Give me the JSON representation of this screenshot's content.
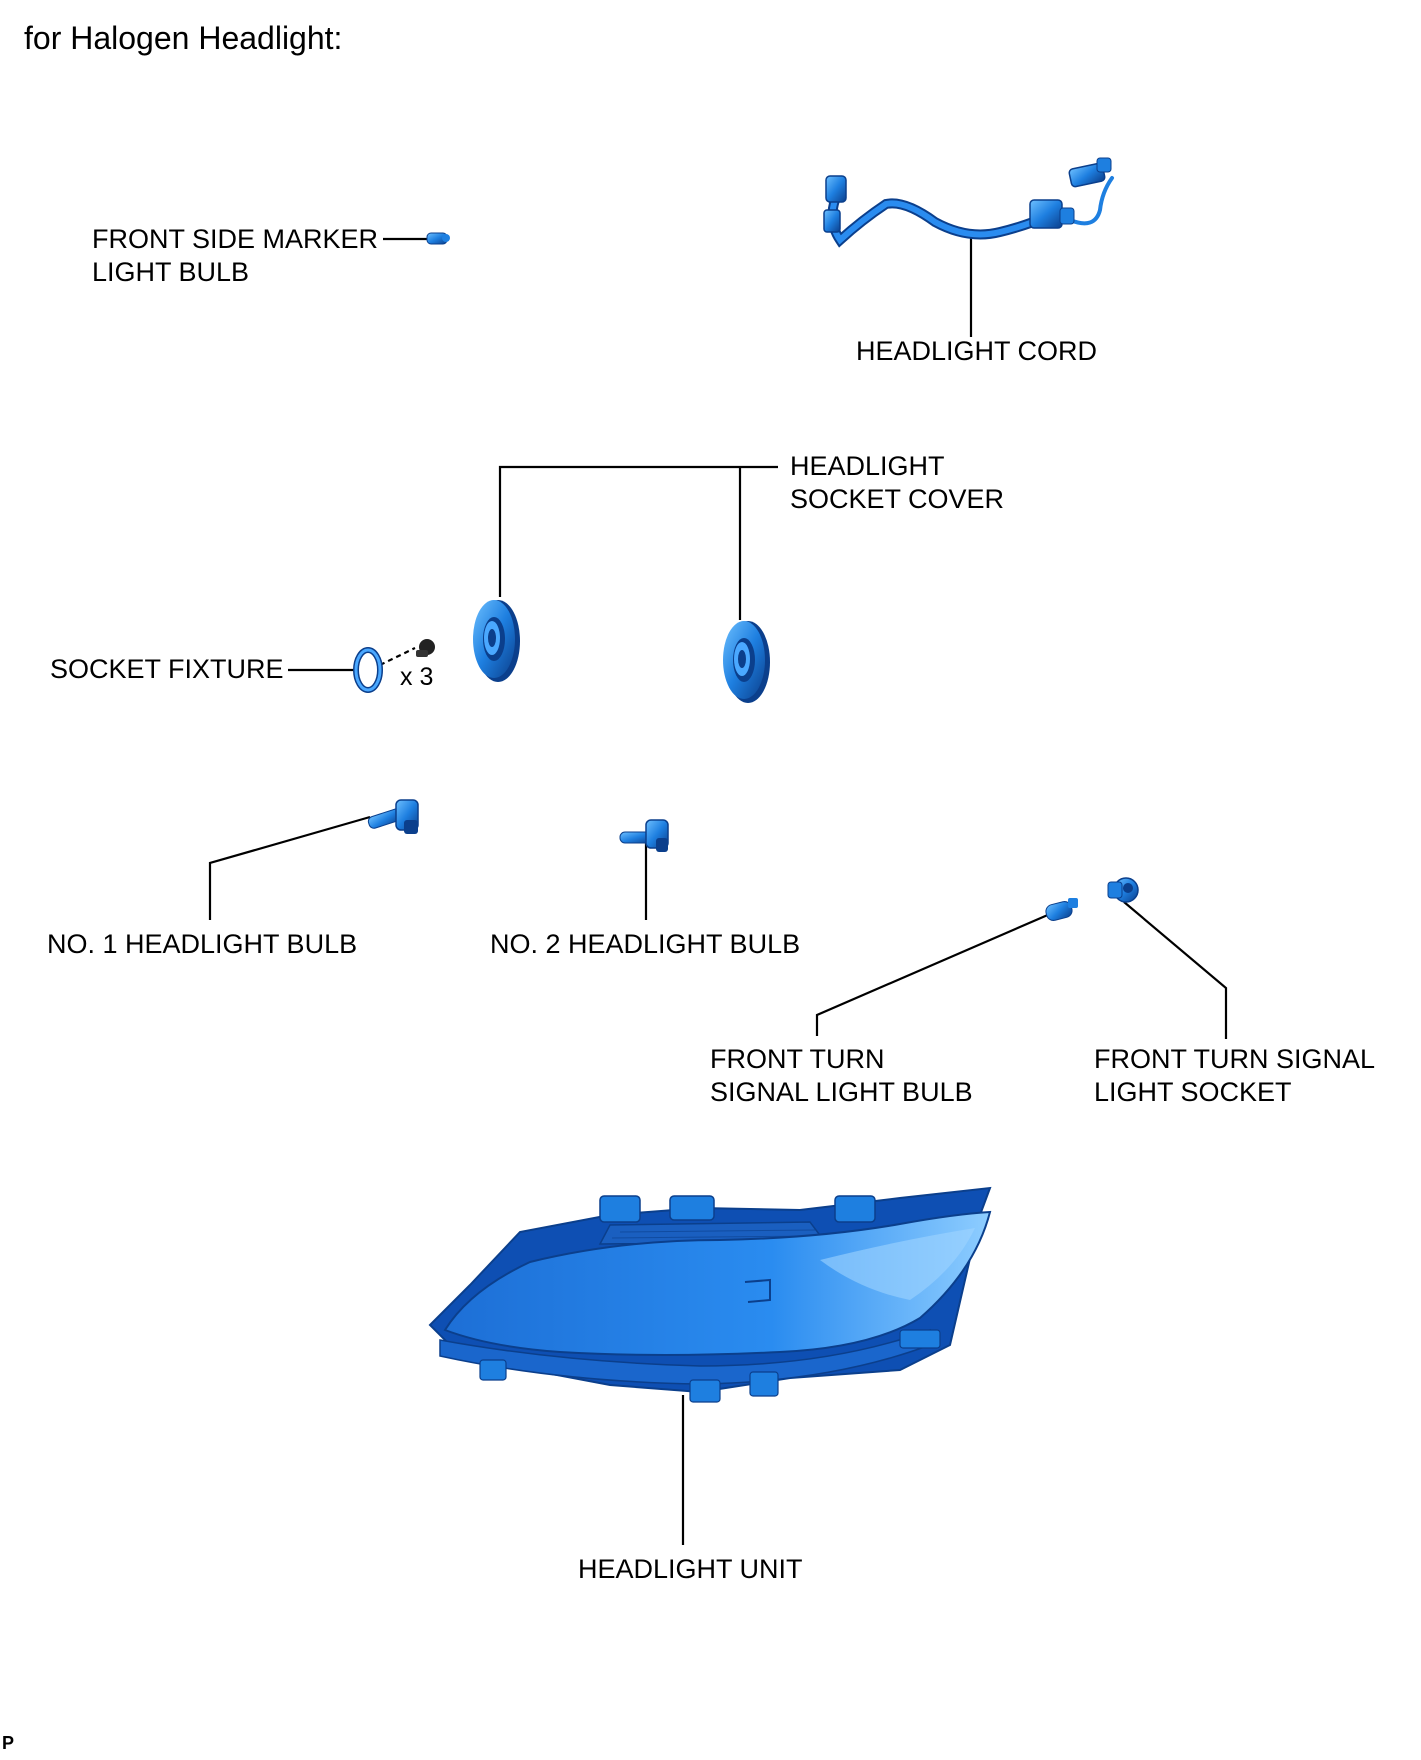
{
  "title": "for Halogen Headlight:",
  "footer_code": "P",
  "colors": {
    "part_blue": "#1e7fe0",
    "part_dark": "#0b3f8c",
    "part_light": "#7cc3ff",
    "leader": "#000000"
  },
  "parts": {
    "front_side_marker_bulb": {
      "line1": "FRONT SIDE MARKER",
      "line2": "LIGHT BULB"
    },
    "headlight_cord": {
      "label": "HEADLIGHT CORD"
    },
    "socket_cover": {
      "line1": "HEADLIGHT",
      "line2": "SOCKET COVER"
    },
    "socket_fixture": {
      "label": "SOCKET FIXTURE",
      "quantity": "x 3"
    },
    "no1_bulb": {
      "label": "NO. 1 HEADLIGHT BULB"
    },
    "no2_bulb": {
      "label": "NO. 2 HEADLIGHT BULB"
    },
    "turn_bulb": {
      "line1": "FRONT TURN",
      "line2": "SIGNAL LIGHT BULB"
    },
    "turn_socket": {
      "line1": "FRONT TURN SIGNAL",
      "line2": "LIGHT SOCKET"
    },
    "headlight_unit": {
      "label": "HEADLIGHT UNIT"
    }
  }
}
